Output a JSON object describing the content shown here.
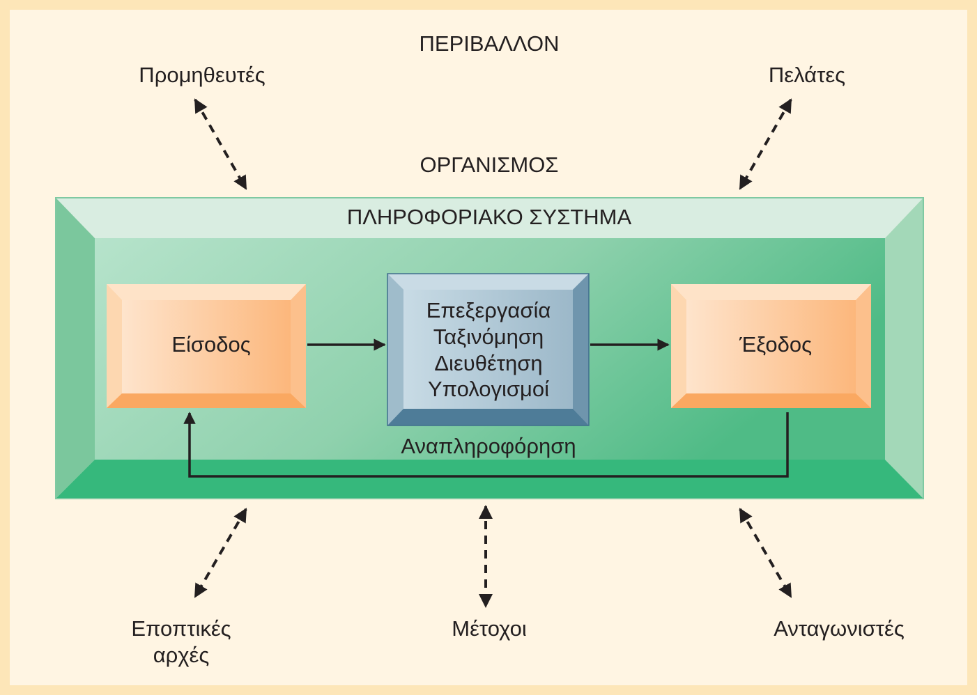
{
  "environment": {
    "title": "ΠΕΡΙΒΑΛΛΟΝ",
    "suppliers": "Προμηθευτές",
    "customers": "Πελάτες",
    "regulators_line1": "Εποπτικές",
    "regulators_line2": "αρχές",
    "shareholders": "Μέτοχοι",
    "competitors": "Ανταγωνιστές"
  },
  "organization": {
    "title": "ΟΡΓΑΝΙΣΜΟΣ"
  },
  "information_system": {
    "title": "ΠΛΗΡΟΦΟΡΙΑΚΟ ΣΥΣΤΗΜΑ",
    "input": "Είσοδος",
    "processing": [
      "Επεξεργασία",
      "Ταξινόμηση",
      "Διευθέτηση",
      "Υπολογισμοί"
    ],
    "output": "Έξοδος",
    "feedback": "Αναπληροφόρηση"
  },
  "colors": {
    "border": "#fde6b8",
    "background": "#fff5e3",
    "system_green": "#3bb97f",
    "box_orange": "#fcb77c",
    "box_blue": "#9cb8c9",
    "arrow": "#231f20"
  }
}
